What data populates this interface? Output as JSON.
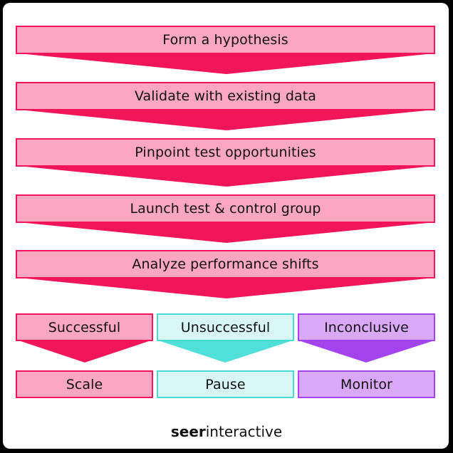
{
  "steps": [
    {
      "label": "Form a hypothesis"
    },
    {
      "label": "Validate with existing data"
    },
    {
      "label": "Pinpoint test opportunities"
    },
    {
      "label": "Launch test & control group"
    },
    {
      "label": "Analyze performance shifts"
    }
  ],
  "outcomes": [
    {
      "label": "Successful",
      "action": "Scale",
      "fill": "#fba6c3",
      "stroke": "#f2155a",
      "arrow": "#f2155a"
    },
    {
      "label": "Unsuccessful",
      "action": "Pause",
      "fill": "#d8f7f4",
      "stroke": "#48d9d3",
      "arrow": "#4fe0da"
    },
    {
      "label": "Inconclusive",
      "action": "Monitor",
      "fill": "#d9a8f7",
      "stroke": "#a444ef",
      "arrow": "#a444ef"
    }
  ],
  "colors": {
    "step_fill": "#fba6c3",
    "step_arrow": "#f2155a",
    "background": "#ffffff",
    "frame": "#000000"
  },
  "logo": {
    "brand_bold": "seer",
    "brand_regular": "interactive"
  }
}
